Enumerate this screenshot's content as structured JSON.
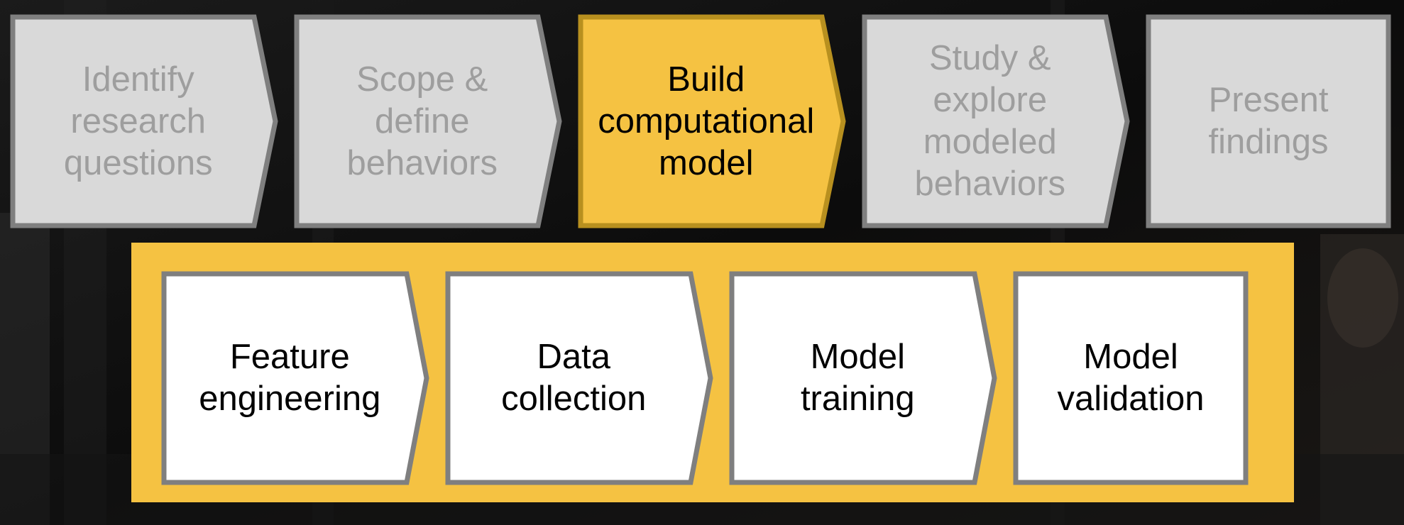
{
  "colors": {
    "background": "#111111",
    "accent": "#F5C242",
    "inactive_fill": "#D9D9D9",
    "inactive_text": "#9E9E9E",
    "outline": "#7F7F7F",
    "active_text": "#000000",
    "sub_fill": "#FFFFFF"
  },
  "main_steps": [
    {
      "lines": [
        "Identify",
        "research",
        "questions"
      ],
      "state": "inactive"
    },
    {
      "lines": [
        "Scope &",
        "define",
        "behaviors"
      ],
      "state": "inactive"
    },
    {
      "lines": [
        "Build",
        "computational",
        "model"
      ],
      "state": "active"
    },
    {
      "lines": [
        "Study &",
        "explore",
        "modeled",
        "behaviors"
      ],
      "state": "inactive"
    },
    {
      "lines": [
        "Present",
        "findings"
      ],
      "state": "inactive"
    }
  ],
  "sub_steps": [
    {
      "lines": [
        "Feature",
        "engineering"
      ]
    },
    {
      "lines": [
        "Data",
        "collection"
      ]
    },
    {
      "lines": [
        "Model",
        "training"
      ]
    },
    {
      "lines": [
        "Model",
        "validation"
      ]
    }
  ]
}
